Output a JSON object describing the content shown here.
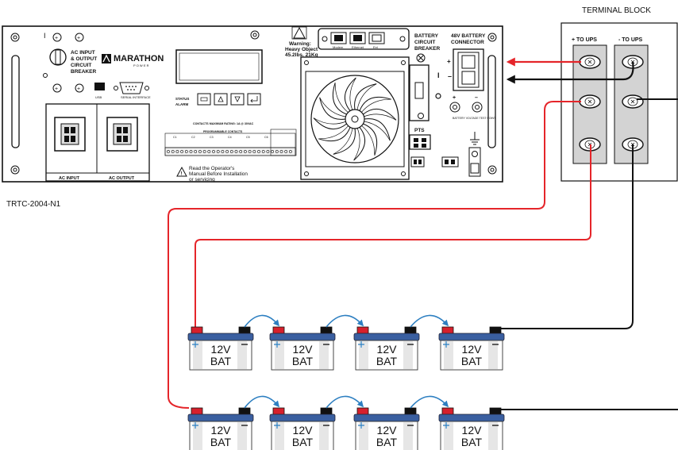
{
  "ups": {
    "model": "TRTC-2004-N1",
    "brand": "MARATHON",
    "brand_sub": "P O W E R",
    "breaker_lines": [
      "AC INPUT",
      "& OUTPUT",
      "CIRCUIT",
      "BREAKER"
    ],
    "usb": "USB",
    "serial": "SERIAL INTERFACE",
    "status_lines": [
      "STATUS",
      "ALARM"
    ],
    "warning_lines": [
      "Warning:",
      "Heavy Object",
      "45.2lbs. 21Kg"
    ],
    "ports": [
      "Modem",
      "Ethernet",
      "Ext"
    ],
    "battery_breaker_lines": [
      "BATTERY",
      "CIRCUIT",
      "BREAKER"
    ],
    "battery_connector_lines": [
      "48V BATTERY",
      "CONNECTOR"
    ],
    "test_point": "BATTERY VOLTAGE TEST POINT",
    "pts": "PTS",
    "ac_input": "AC INPUT",
    "ac_output": "AC OUTPUT",
    "contacts_title": "CONTACTS MAXIMUM RATING: 1A @ 30VAC",
    "contacts_sub": "PROGRAMMABLE CONTACTS",
    "read_manual_lines": [
      "Read the Operator's",
      "Manual Before Installation",
      "or servicing"
    ],
    "relay_labels": [
      "C1",
      "C2",
      "C3",
      "C4",
      "C5",
      "C6"
    ]
  },
  "terminal_block": {
    "title": "TERMINAL BLOCK",
    "pos_label": "+ TO UPS",
    "neg_label": "- TO UPS"
  },
  "battery": {
    "line1": "12V",
    "line2": "BAT"
  },
  "colors": {
    "positive_wire": "#e5252a",
    "negative_wire": "#111111",
    "jumper": "#2d7fc1",
    "battery_cap": "#3a5fa0",
    "terminal_red": "#d6202c"
  }
}
